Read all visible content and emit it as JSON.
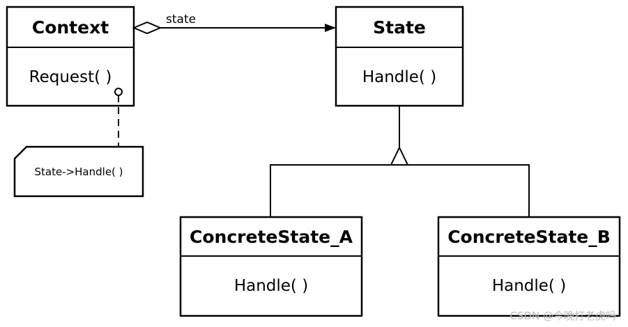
{
  "classes": {
    "context": {
      "name": "Context",
      "method": "Request( )"
    },
    "state": {
      "name": "State",
      "method": "Handle( )"
    },
    "concrete_a": {
      "name": "ConcreteState_A",
      "method": "Handle( )"
    },
    "concrete_b": {
      "name": "ConcreteState_B",
      "method": "Handle( )"
    }
  },
  "association": {
    "label": "state"
  },
  "note": {
    "text": "State->Handle( )"
  },
  "watermark": {
    "text": "CSDN @今晚打老虎吗"
  }
}
